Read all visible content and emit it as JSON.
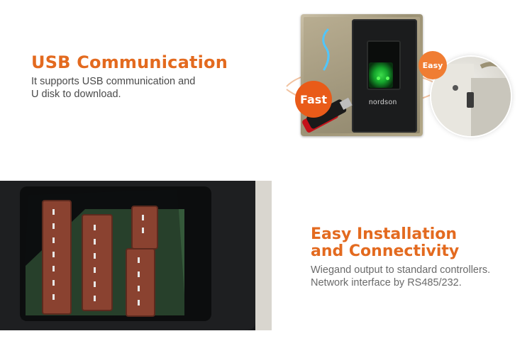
{
  "usb_section": {
    "title": "USB Communication",
    "description_lines": [
      "It supports USB communication and",
      "U disk to download."
    ],
    "badges": {
      "fast": "Fast",
      "easy": "Easy"
    },
    "device_brand": "nordson"
  },
  "install_section": {
    "title_lines": [
      "Easy Installation",
      "and Connectivity"
    ],
    "description_lines": [
      "Wiegand output to standard controllers.",
      "Network interface by RS485/232."
    ]
  },
  "colors": {
    "accent": "#e36a1f",
    "badge_fast": "#e95b19",
    "badge_easy": "#f07d33",
    "text": "#4a4a4a"
  }
}
